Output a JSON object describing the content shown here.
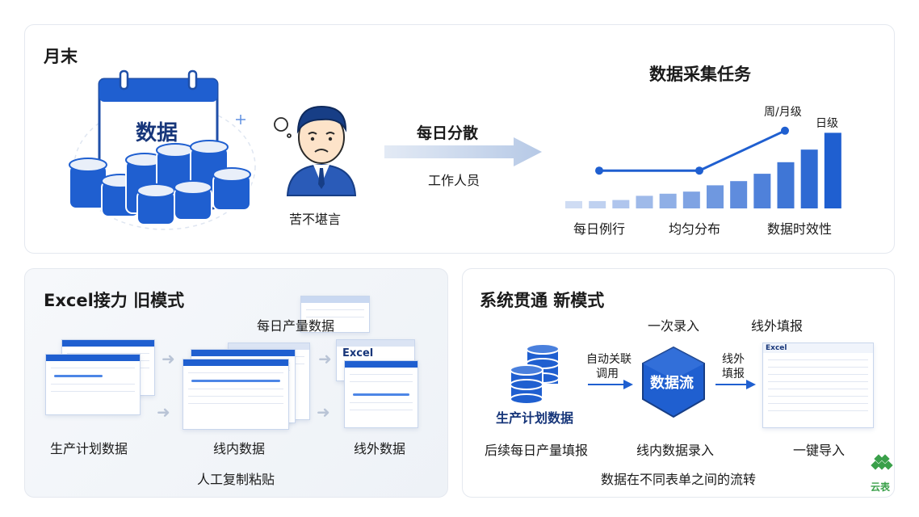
{
  "top": {
    "title": "月末",
    "calendar_label": "数据",
    "worker_caption": "苦不堪言",
    "arrow_main": "每日分散",
    "arrow_sub": "工作人员",
    "chart_title": "数据采集任务",
    "chart_annotations": [
      "周/月级",
      "日级"
    ],
    "chart_axis_labels": [
      "每日例行",
      "均匀分布",
      "数据时效性"
    ]
  },
  "old_mode": {
    "title": "Excel接力 旧模式",
    "doc_top_label": "每日产量数据",
    "excel_badge": "Excel",
    "labels": [
      "生产计划数据",
      "线内数据",
      "线外数据"
    ],
    "bottom_caption": "人工复制粘贴"
  },
  "new_mode": {
    "title": "系统贯通 新模式",
    "top_label_1": "一次录入",
    "top_label_2": "线外填报",
    "arrow1_label": "自动关联调用",
    "arrow2_label": "线外填报",
    "hex_label": "数据流",
    "db_label": "生产计划数据",
    "excel_badge": "Excel",
    "labels": [
      "后续每日产量填报",
      "线内数据录入",
      "一键导入"
    ],
    "bottom_caption": "数据在不同表单之间的流转"
  },
  "logo": {
    "text": "云表"
  },
  "colors": {
    "primary": "#1f5fd0",
    "light": "#cfdcf3",
    "mid": "#6f9be6"
  },
  "chart_data": {
    "type": "bar",
    "title": "数据采集任务",
    "categories": [
      "每日例行",
      "均匀分布",
      "数据时效性"
    ],
    "values": [
      0.07,
      0.07,
      0.08,
      0.12,
      0.14,
      0.16,
      0.22,
      0.26,
      0.33,
      0.44,
      0.56,
      0.72
    ],
    "ylim": [
      0,
      1
    ],
    "grid": false,
    "line_series": {
      "points": [
        [
          0,
          0.36
        ],
        [
          1,
          0.36
        ],
        [
          2,
          0.74
        ]
      ],
      "annotations": [
        "周/月级"
      ]
    },
    "bar_annotation": "日级"
  }
}
